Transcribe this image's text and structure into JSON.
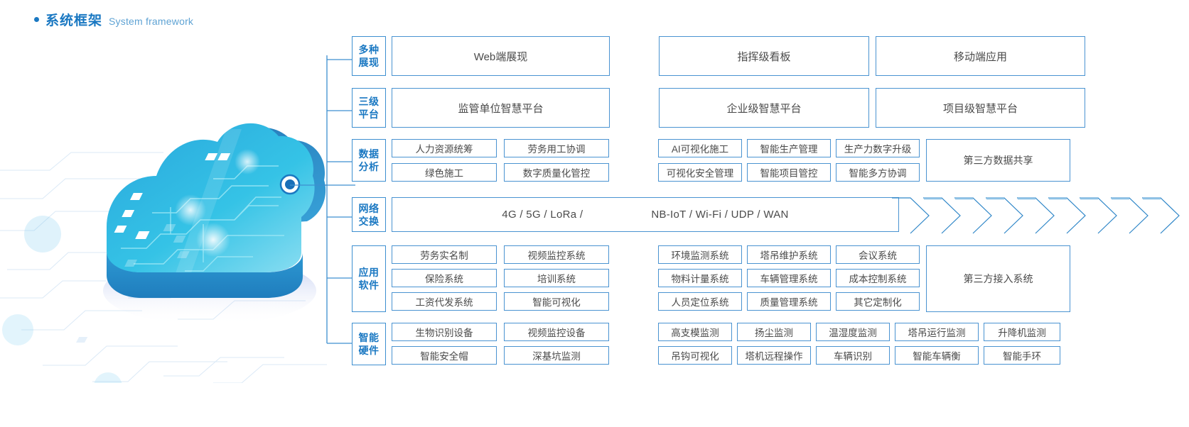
{
  "header": {
    "title_cn": "系统框架",
    "title_en": "System framework",
    "accent_color": "#1a78c2"
  },
  "colors": {
    "border": "#4a93d1",
    "label_text": "#1a78c2",
    "box_text": "#4a4a4a",
    "cloud_dark": "#1b6fb5",
    "cloud_light": "#37c0e8"
  },
  "rows": [
    {
      "label_line1": "多种",
      "label_line2": "展现",
      "boxes": [
        "Web端展现",
        "指挥级看板",
        "移动端应用"
      ]
    },
    {
      "label_line1": "三级",
      "label_line2": "平台",
      "boxes": [
        "监管单位智慧平台",
        "企业级智慧平台",
        "项目级智慧平台"
      ]
    },
    {
      "label_line1": "数据",
      "label_line2": "分析",
      "left_cells": [
        "人力资源统筹",
        "劳务用工协调",
        "绿色施工",
        "数字质量化管控"
      ],
      "right_cells": [
        "AI可视化施工",
        "智能生产管理",
        "生产力数字升级",
        "可视化安全管理",
        "智能项目管控",
        "智能多方协调"
      ],
      "third_box": "第三方数据共享"
    },
    {
      "label_line1": "网络",
      "label_line2": "交换",
      "net_left": "4G / 5G / LoRa /",
      "net_right": "NB-IoT / Wi-Fi / UDP / WAN",
      "chevron_count": 8
    },
    {
      "label_line1": "应用",
      "label_line2": "软件",
      "left_cells": [
        "劳务实名制",
        "视频监控系统",
        "保险系统",
        "培训系统",
        "工资代发系统",
        "智能可视化"
      ],
      "right_cells": [
        "环境监测系统",
        "塔吊维护系统",
        "会议系统",
        "物料计量系统",
        "车辆管理系统",
        "成本控制系统",
        "人员定位系统",
        "质量管理系统",
        "其它定制化"
      ],
      "third_box": "第三方接入系统"
    },
    {
      "label_line1": "智能",
      "label_line2": "硬件",
      "left_cells": [
        "生物识别设备",
        "视频监控设备",
        "智能安全帽",
        "深基坑监测"
      ],
      "right_cells": [
        "高支模监测",
        "扬尘监测",
        "温湿度监测",
        "塔吊运行监测",
        "升降机监测",
        "吊钩可视化",
        "塔机远程操作",
        "车辆识别",
        "智能车辆衡",
        "智能手环"
      ]
    }
  ]
}
